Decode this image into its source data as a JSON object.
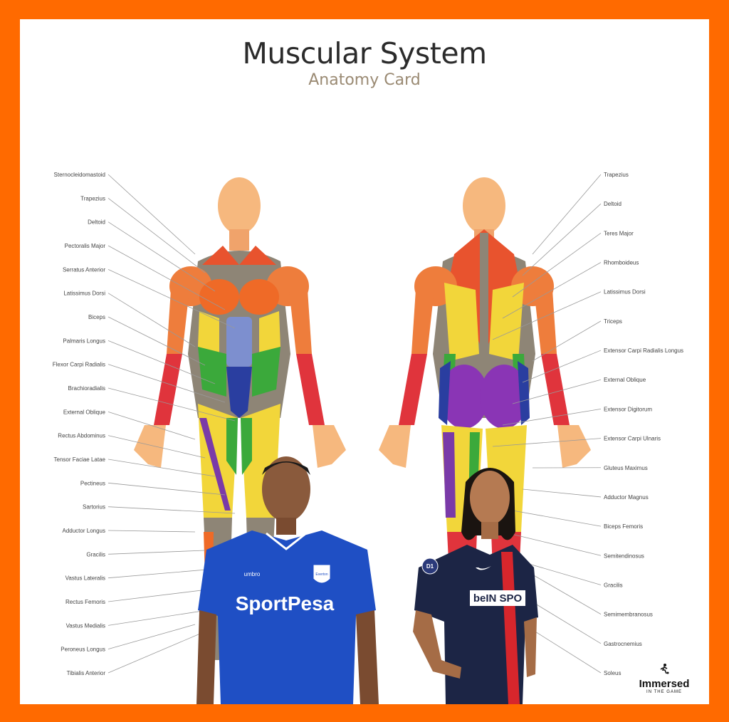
{
  "header": {
    "title": "Muscular System",
    "subtitle": "Anatomy Card"
  },
  "front_labels": [
    "Sternocleidomastoid",
    "Trapezius",
    "Deltoid",
    "Pectoralis Major",
    "Serratus Anterior",
    "Latissimus Dorsi",
    "Biceps",
    "Palmaris Longus",
    "Flexor Carpi Radialis",
    "Brachioradialis",
    "External Oblique",
    "Rectus Abdominus",
    "Tensor Faciae Latae",
    "Pectineus",
    "Sartorius",
    "Adductor Longus",
    "Gracilis",
    "Vastus Lateralis",
    "Rectus Femoris",
    "Vastus Medialis",
    "Peroneus Longus",
    "Tibialis Anterior"
  ],
  "back_labels": [
    "Trapezius",
    "Deltoid",
    "Teres Major",
    "Rhomboideus",
    "Latissimus Dorsi",
    "Triceps",
    "Extensor Carpi Radialis Longus",
    "External Oblique",
    "Extensor Digitorum",
    "Extensor Carpi Ulnaris",
    "Gluteus Maximus",
    "Adductor Magnus",
    "Biceps Femoris",
    "Semitendinosus",
    "Gracilis",
    "Semimembranosus",
    "Gastrocnemius",
    "Soleus"
  ],
  "players": {
    "left": {
      "sponsor": "SportPesa",
      "kit_brand": "umbro",
      "crest_text": "Everton"
    },
    "right": {
      "sponsor": "beIN SPO",
      "badge": "D1"
    }
  },
  "brand": {
    "name": "Immersed",
    "tagline": "IN THE GAME"
  },
  "colors": {
    "frame": "#ff6a00",
    "skin": "#f6b87e",
    "everton_blue": "#1f4fc4",
    "psg_navy": "#1c2545"
  }
}
